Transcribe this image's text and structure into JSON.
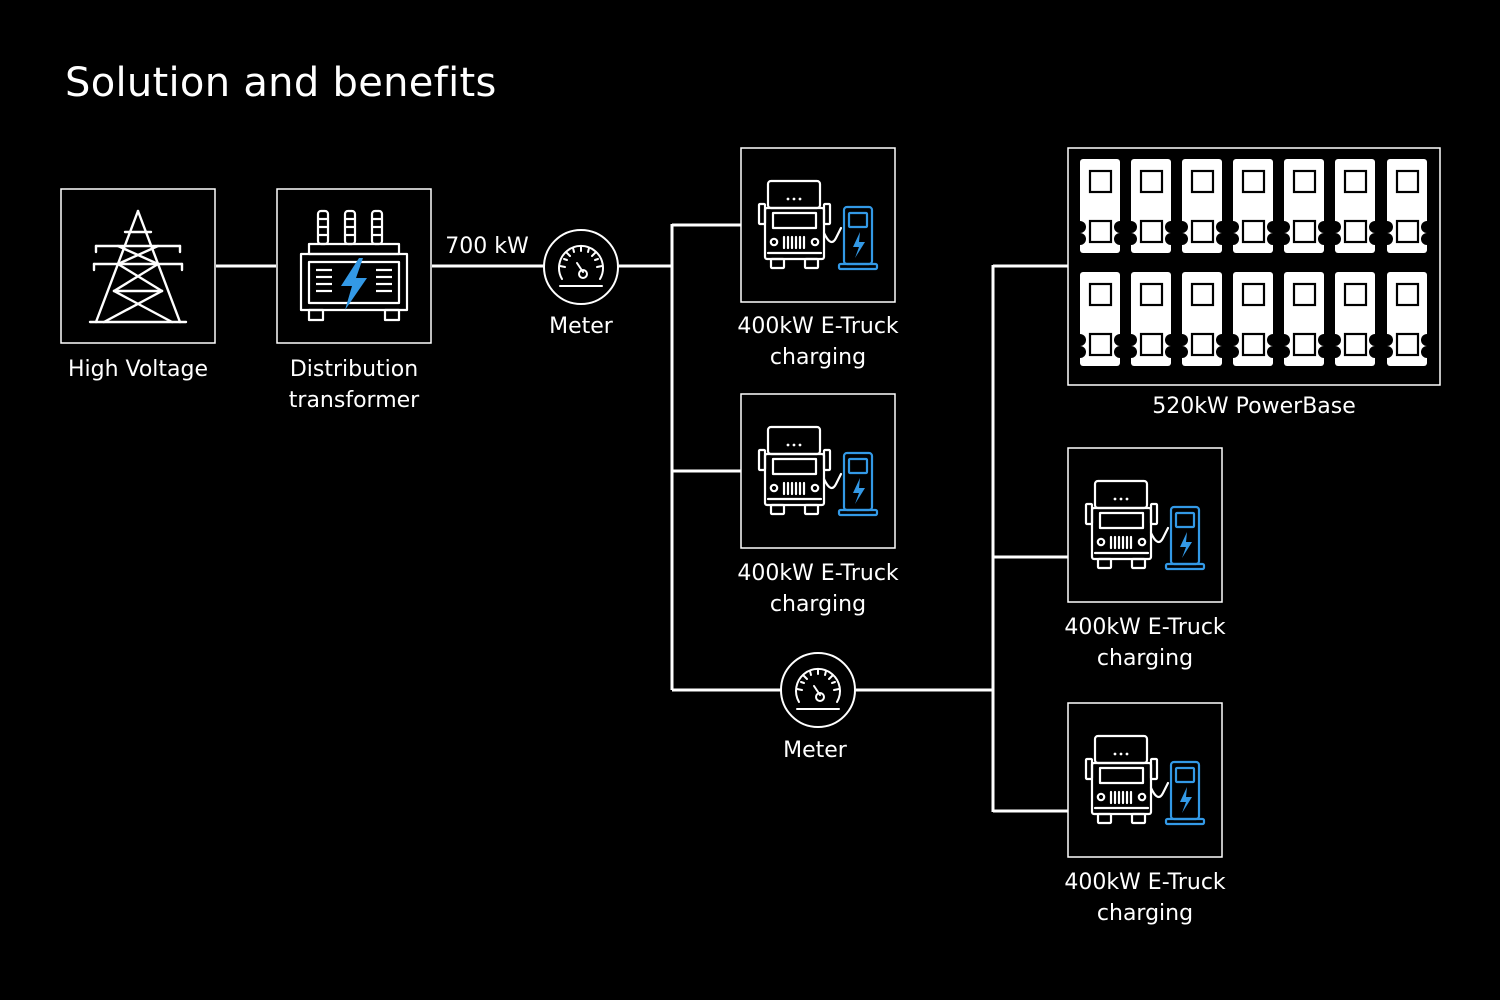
{
  "title": "Solution and benefits",
  "colors": {
    "background": "#000000",
    "line": "#ffffff",
    "accent": "#3399e6"
  },
  "nodes": {
    "high_voltage": {
      "label": "High Voltage",
      "icon": "transmission-tower-icon"
    },
    "transformer": {
      "label_line1": "Distribution",
      "label_line2": "transformer",
      "icon": "transformer-icon"
    },
    "power_label": "700 kW",
    "meter_1": {
      "label": "Meter",
      "icon": "meter-gauge-icon"
    },
    "meter_2": {
      "label": "Meter",
      "icon": "meter-gauge-icon"
    },
    "charger_1": {
      "label_line1": "400kW E-Truck",
      "label_line2": "charging",
      "icon": "truck-charger-icon"
    },
    "charger_2": {
      "label_line1": "400kW E-Truck",
      "label_line2": "charging",
      "icon": "truck-charger-icon"
    },
    "charger_3": {
      "label_line1": "400kW E-Truck",
      "label_line2": "charging",
      "icon": "truck-charger-icon"
    },
    "charger_4": {
      "label_line1": "400kW E-Truck",
      "label_line2": "charging",
      "icon": "truck-charger-icon"
    },
    "powerbase": {
      "label": "520kW PowerBase",
      "icon": "battery-rack-icon"
    }
  }
}
